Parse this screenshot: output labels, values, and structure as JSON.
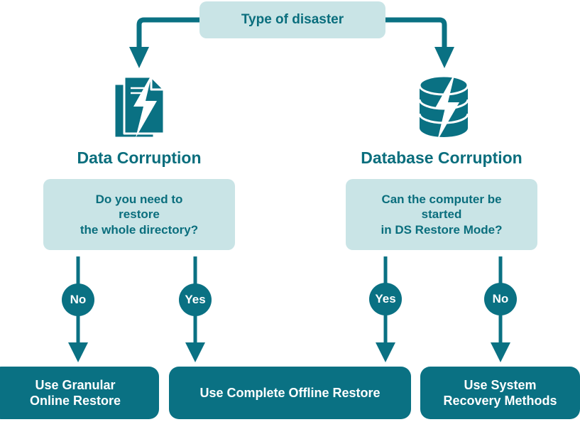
{
  "diagram": {
    "title": "Type of disaster",
    "colors": {
      "accent_light": "#c9e4e6",
      "accent_dark": "#0a7183",
      "text_dark": "#0a6e7d",
      "text_light": "#ffffff",
      "background": "#ffffff"
    },
    "root": {
      "label": "Type of disaster"
    },
    "branches": [
      {
        "icon": "document-lightning-icon",
        "title": "Data Corruption",
        "question": "Do you need to\nrestore\nthe whole directory?",
        "edges": [
          {
            "label": "No",
            "target": "Use Granular\nOnline Restore"
          },
          {
            "label": "Yes",
            "target": "Use Complete Offline Restore"
          }
        ]
      },
      {
        "icon": "database-lightning-icon",
        "title": "Database Corruption",
        "question": "Can the computer be\nstarted\nin DS Restore Mode?",
        "edges": [
          {
            "label": "Yes",
            "target": "Use Complete Offline Restore"
          },
          {
            "label": "No",
            "target": "Use System\nRecovery Methods"
          }
        ]
      }
    ],
    "outcomes": [
      {
        "label": "Use Granular\nOnline Restore"
      },
      {
        "label": "Use Complete Offline Restore"
      },
      {
        "label": "Use System\nRecovery Methods"
      }
    ]
  }
}
